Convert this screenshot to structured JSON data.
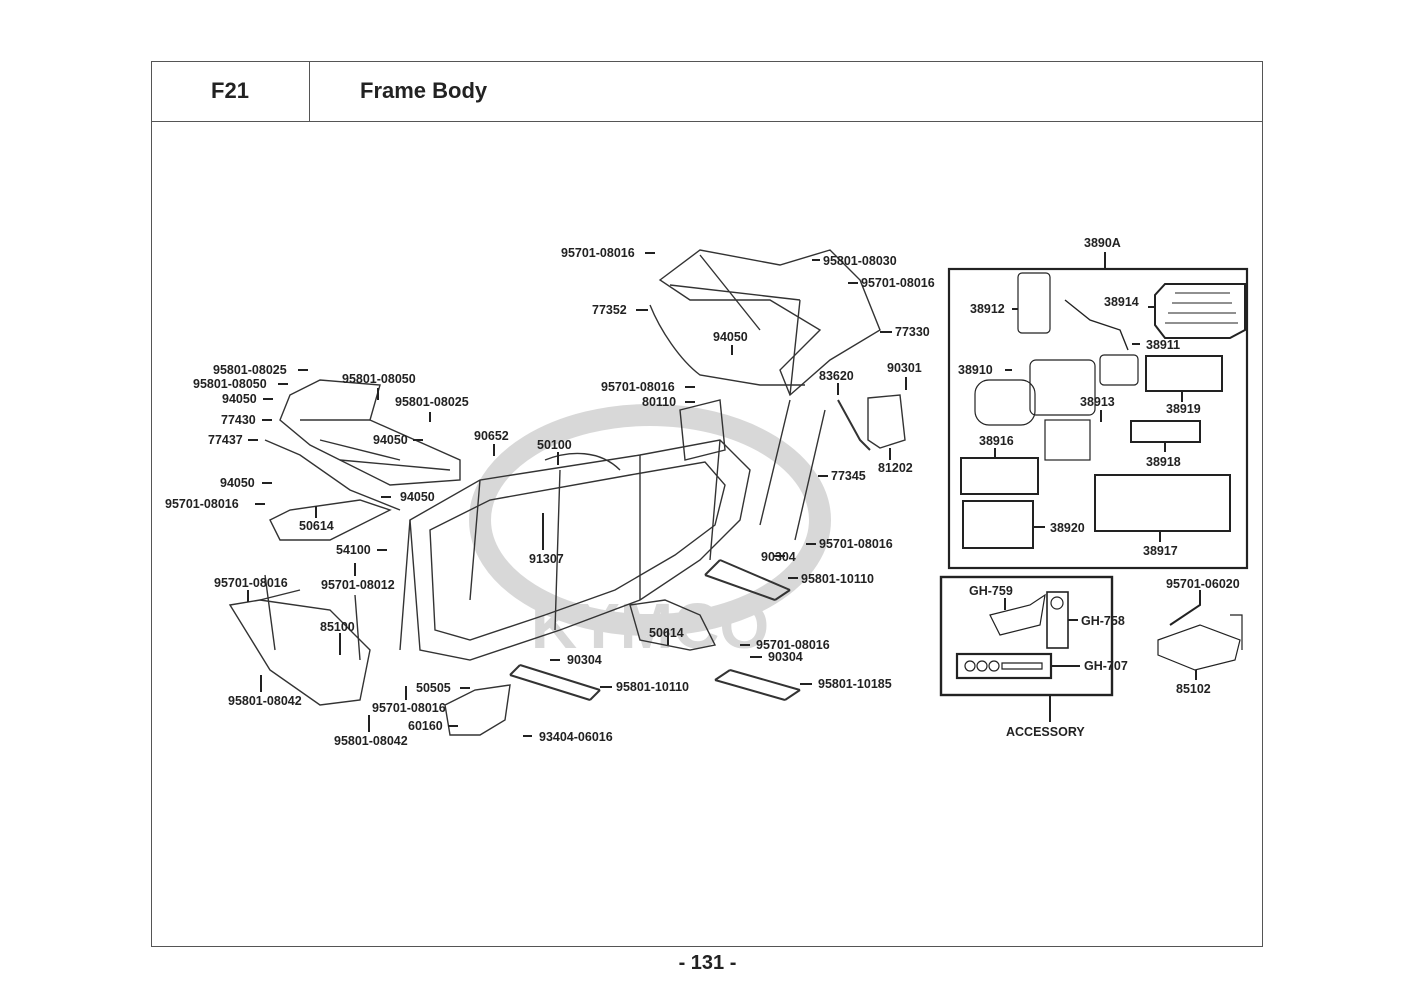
{
  "header": {
    "section_code": "F21",
    "section_title": "Frame Body"
  },
  "watermark": {
    "text": "KYMCO",
    "color": "#d4d4d4"
  },
  "callouts": {
    "rear_rack": {
      "bolt_left": "95701-08016",
      "bolt_right_top": "95801-08030",
      "bolt_right": "95701-08016",
      "support": "77352",
      "rack": "77330",
      "nut": "94050"
    },
    "center": {
      "bolt_upper": "95701-08016",
      "bracket": "80110",
      "clip_left": "90652",
      "frame": "50100",
      "grommet": "91307",
      "stay": "77345",
      "bolt_lower": "95701-08016",
      "nut_right": "90304",
      "bolt_long_right": "95801-10110",
      "bracket_right": "83620",
      "nut_clip": "90301",
      "plate": "81202"
    },
    "front_rack": {
      "bolt_a": "95801-08025",
      "bolt_b": "95801-08050",
      "nut_a": "94050",
      "rack": "77430",
      "bar": "77437",
      "bolt_c": "95801-08050",
      "bolt_d": "95801-08025",
      "nut_b": "94050",
      "nut_c": "94050",
      "nut_d": "94050",
      "bolt_e": "95701-08016"
    },
    "bumper": {
      "footrest": "50614",
      "bracket": "54100",
      "bolt_small": "95701-08012",
      "bolt_left": "95701-08016",
      "bumper": "85100",
      "bolt_lower_left": "95801-08042",
      "bolt_lower": "95801-08042",
      "bolt_mid": "95701-08016",
      "mount": "50505",
      "guard": "60160",
      "screw": "93404-06016"
    },
    "bottom": {
      "nut_left": "90304",
      "bolt_long_left": "95801-10110",
      "footrest_right": "50614",
      "bolt_right": "95701-08016",
      "nut_right": "90304",
      "bolt_long_right": "95801-10185"
    },
    "winch_kit": {
      "kit": "3890A",
      "switch": "38912",
      "cable_set": "38914",
      "harness": "38911",
      "winch": "38910",
      "fairlead": "38913",
      "terminals": "38919",
      "hardware": "38916",
      "hook": "38918",
      "strap": "38920",
      "shackle": "38917"
    },
    "accessory": {
      "receiver": "GH-759",
      "ball": "GH-758",
      "pin_set": "GH-707",
      "label": "ACCESSORY",
      "bolt": "95701-06020",
      "mount_plate": "85102"
    }
  },
  "footer": {
    "page_number": "- 131 -"
  }
}
